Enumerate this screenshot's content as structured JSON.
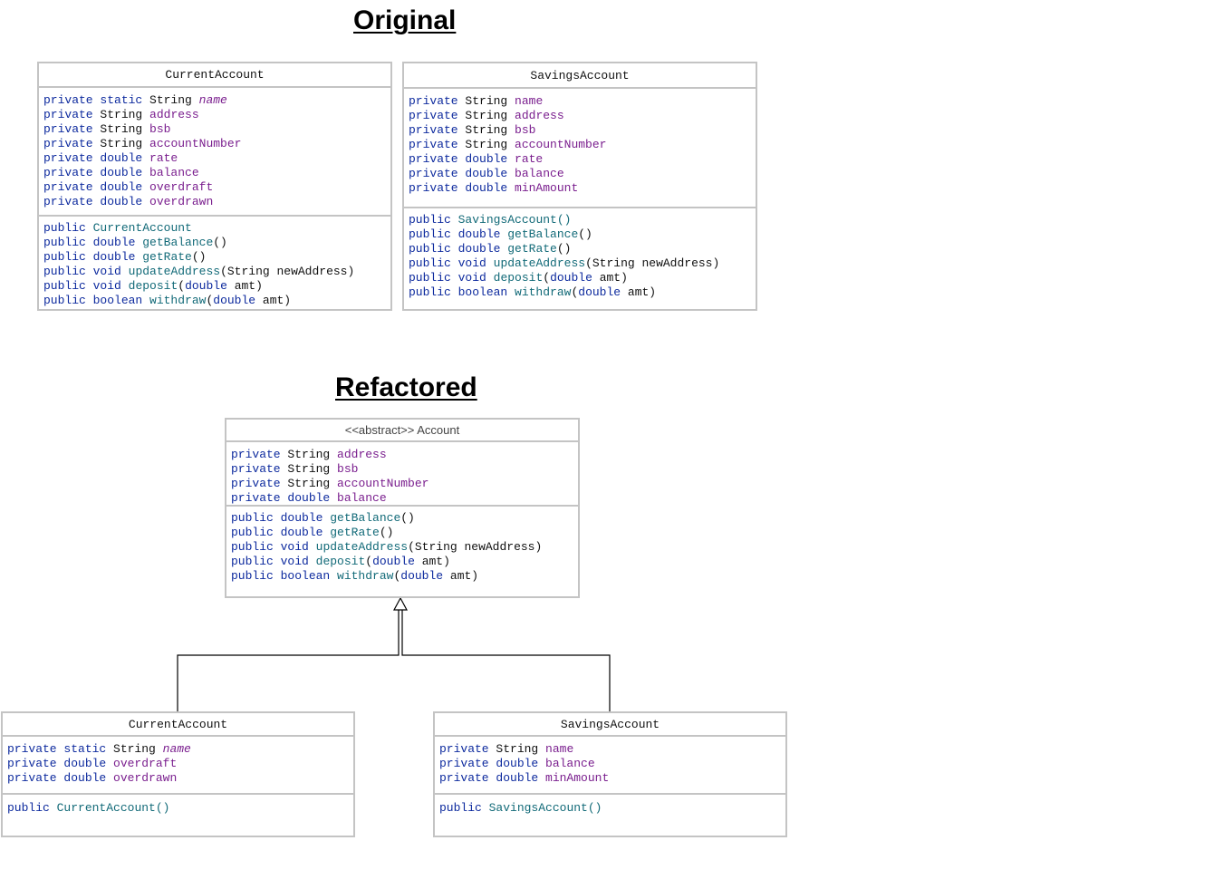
{
  "headings": {
    "original": "Original",
    "refactored": "Refactored"
  },
  "boxes": [
    {
      "id": "orig-current",
      "name": "current-account-class-original",
      "title": "CurrentAccount",
      "title_font": "mono",
      "fields": [
        [
          [
            "private static",
            "kw"
          ],
          [
            "String",
            "ty"
          ],
          [
            "name",
            "fld-it"
          ]
        ],
        [
          [
            "private",
            "kw"
          ],
          [
            "String",
            "ty"
          ],
          [
            "address",
            "fld"
          ]
        ],
        [
          [
            "private",
            "kw"
          ],
          [
            "String",
            "ty"
          ],
          [
            "bsb",
            "fld"
          ]
        ],
        [
          [
            "private",
            "kw"
          ],
          [
            "String",
            "ty"
          ],
          [
            "accountNumber",
            "fld"
          ]
        ],
        [
          [
            "private double",
            "kw"
          ],
          [
            "rate",
            "fld"
          ]
        ],
        [
          [
            "private double",
            "kw"
          ],
          [
            "balance",
            "fld"
          ]
        ],
        [
          [
            "private double",
            "kw"
          ],
          [
            "overdraft",
            "fld"
          ]
        ],
        [
          [
            "private double",
            "kw"
          ],
          [
            "overdrawn",
            "fld"
          ]
        ]
      ],
      "methods": [
        [
          [
            "public",
            "kw"
          ],
          [
            "CurrentAccount",
            "mth"
          ]
        ],
        [
          [
            "public double",
            "kw"
          ],
          [
            "getBalance",
            "mth"
          ],
          [
            "()",
            "pun"
          ]
        ],
        [
          [
            "public double",
            "kw"
          ],
          [
            "getRate",
            "mth"
          ],
          [
            "()",
            "pun"
          ]
        ],
        [
          [
            "public void",
            "kw"
          ],
          [
            "updateAddress",
            "mth"
          ],
          [
            "(String newAddress)",
            "pun"
          ]
        ],
        [
          [
            "public void",
            "kw"
          ],
          [
            "deposit",
            "mth"
          ],
          [
            "(",
            "pun"
          ],
          [
            "double",
            "kw"
          ],
          [
            "amt)",
            "pun"
          ]
        ],
        [
          [
            "public boolean",
            "kw"
          ],
          [
            "withdraw",
            "mth"
          ],
          [
            "(",
            "pun"
          ],
          [
            "double",
            "kw"
          ],
          [
            "amt)",
            "pun"
          ]
        ]
      ]
    },
    {
      "id": "orig-savings",
      "name": "savings-account-class-original",
      "title": "SavingsAccount",
      "title_font": "mono",
      "fields": [
        [
          [
            "private",
            "kw"
          ],
          [
            "String",
            "ty"
          ],
          [
            "name",
            "fld"
          ]
        ],
        [
          [
            "private",
            "kw"
          ],
          [
            "String",
            "ty"
          ],
          [
            "address",
            "fld"
          ]
        ],
        [
          [
            "private",
            "kw"
          ],
          [
            "String",
            "ty"
          ],
          [
            "bsb",
            "fld"
          ]
        ],
        [
          [
            "private",
            "kw"
          ],
          [
            "String",
            "ty"
          ],
          [
            "accountNumber",
            "fld"
          ]
        ],
        [
          [
            "private double",
            "kw"
          ],
          [
            "rate",
            "fld"
          ]
        ],
        [
          [
            "private double",
            "kw"
          ],
          [
            "balance",
            "fld"
          ]
        ],
        [
          [
            "private double",
            "kw"
          ],
          [
            "minAmount",
            "fld"
          ]
        ]
      ],
      "methods": [
        [
          [
            "public",
            "kw"
          ],
          [
            "SavingsAccount()",
            "mth"
          ]
        ],
        [
          [
            "public double",
            "kw"
          ],
          [
            "getBalance",
            "mth"
          ],
          [
            "()",
            "pun"
          ]
        ],
        [
          [
            "public double",
            "kw"
          ],
          [
            "getRate",
            "mth"
          ],
          [
            "()",
            "pun"
          ]
        ],
        [
          [
            "public void",
            "kw"
          ],
          [
            "updateAddress",
            "mth"
          ],
          [
            "(String newAddress)",
            "pun"
          ]
        ],
        [
          [
            "public void",
            "kw"
          ],
          [
            "deposit",
            "mth"
          ],
          [
            "(",
            "pun"
          ],
          [
            "double",
            "kw"
          ],
          [
            "amt)",
            "pun"
          ]
        ],
        [
          [
            "public boolean",
            "kw"
          ],
          [
            "withdraw",
            "mth"
          ],
          [
            "(",
            "pun"
          ],
          [
            "double",
            "kw"
          ],
          [
            "amt)",
            "pun"
          ]
        ]
      ]
    },
    {
      "id": "ref-account",
      "name": "abstract-account-class",
      "title": "<<abstract>> Account",
      "title_font": "sans",
      "fields": [
        [
          [
            "private",
            "kw"
          ],
          [
            "String",
            "ty"
          ],
          [
            "address",
            "fld"
          ]
        ],
        [
          [
            "private",
            "kw"
          ],
          [
            "String",
            "ty"
          ],
          [
            "bsb",
            "fld"
          ]
        ],
        [
          [
            "private",
            "kw"
          ],
          [
            "String",
            "ty"
          ],
          [
            "accountNumber",
            "fld"
          ]
        ],
        [
          [
            "private double",
            "kw"
          ],
          [
            "balance",
            "fld"
          ]
        ]
      ],
      "methods": [
        [
          [
            "public double",
            "kw"
          ],
          [
            "getBalance",
            "mth"
          ],
          [
            "()",
            "pun"
          ]
        ],
        [
          [
            "public double",
            "kw"
          ],
          [
            "getRate",
            "mth"
          ],
          [
            "()",
            "pun"
          ]
        ],
        [
          [
            "public void",
            "kw"
          ],
          [
            "updateAddress",
            "mth"
          ],
          [
            "(String newAddress)",
            "pun"
          ]
        ],
        [
          [
            "public void",
            "kw"
          ],
          [
            "deposit",
            "mth"
          ],
          [
            "(",
            "pun"
          ],
          [
            "double",
            "kw"
          ],
          [
            "amt)",
            "pun"
          ]
        ],
        [
          [
            "public boolean",
            "kw"
          ],
          [
            "withdraw",
            "mth"
          ],
          [
            "(",
            "pun"
          ],
          [
            "double",
            "kw"
          ],
          [
            "amt)",
            "pun"
          ]
        ]
      ]
    },
    {
      "id": "ref-current",
      "name": "current-account-class-refactored",
      "title": "CurrentAccount",
      "title_font": "mono",
      "fields": [
        [
          [
            "private static",
            "kw"
          ],
          [
            "String",
            "ty"
          ],
          [
            "name",
            "fld-it"
          ]
        ],
        [
          [
            "private double",
            "kw"
          ],
          [
            "overdraft",
            "fld"
          ]
        ],
        [
          [
            "private double",
            "kw"
          ],
          [
            "overdrawn",
            "fld"
          ]
        ]
      ],
      "methods": [
        [
          [
            "public",
            "kw"
          ],
          [
            "CurrentAccount()",
            "mth"
          ]
        ]
      ]
    },
    {
      "id": "ref-savings",
      "name": "savings-account-class-refactored",
      "title": "SavingsAccount",
      "title_font": "mono",
      "fields": [
        [
          [
            "private",
            "kw"
          ],
          [
            "String",
            "ty"
          ],
          [
            "name",
            "fld"
          ]
        ],
        [
          [
            "private double",
            "kw"
          ],
          [
            "balance",
            "fld"
          ]
        ],
        [
          [
            "private double",
            "kw"
          ],
          [
            "minAmount",
            "fld"
          ]
        ]
      ],
      "methods": [
        [
          [
            "public",
            "kw"
          ],
          [
            "SavingsAccount()",
            "mth"
          ]
        ]
      ]
    }
  ],
  "colors": {
    "keyword": "#0d2a9e",
    "type": "#111111",
    "field": "#7a1e8e",
    "method": "#126a78",
    "border": "#c4c4c4",
    "connector": "#000000"
  }
}
